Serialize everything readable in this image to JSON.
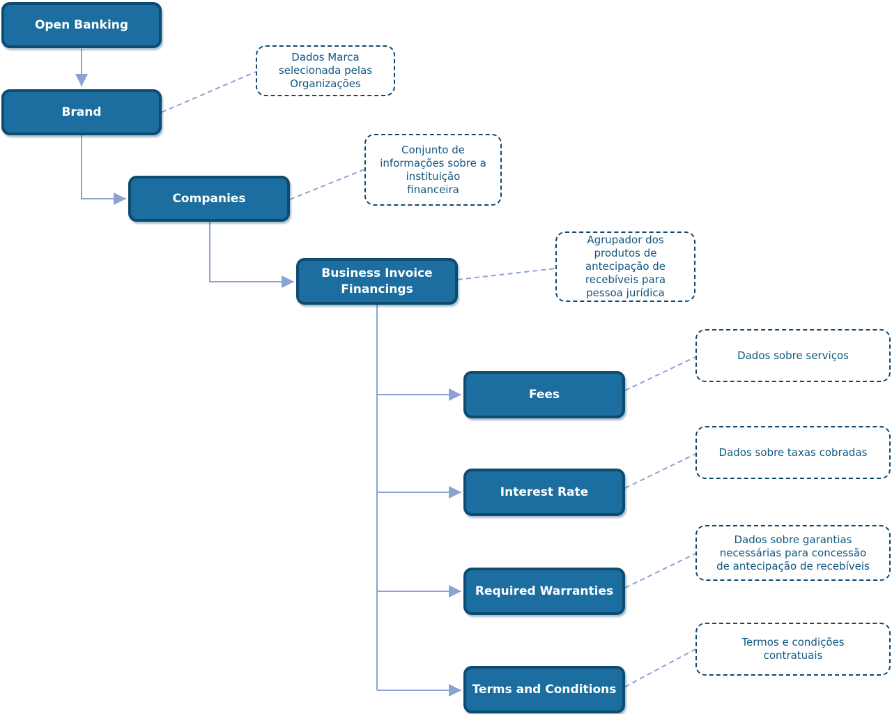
{
  "diagram": {
    "nodes": [
      {
        "id": "open-banking",
        "label": "Open Banking"
      },
      {
        "id": "brand",
        "label": "Brand"
      },
      {
        "id": "companies",
        "label": "Companies"
      },
      {
        "id": "business-invoice-financings",
        "label": "Business Invoice Financings"
      },
      {
        "id": "fees",
        "label": "Fees"
      },
      {
        "id": "interest-rate",
        "label": "Interest Rate"
      },
      {
        "id": "required-warranties",
        "label": "Required Warranties"
      },
      {
        "id": "terms-and-conditions",
        "label": "Terms and Conditions"
      }
    ],
    "edges": [
      [
        "Open Banking",
        "Brand"
      ],
      [
        "Brand",
        "Companies"
      ],
      [
        "Companies",
        "Business Invoice Financings"
      ],
      [
        "Business Invoice Financings",
        "Fees"
      ],
      [
        "Business Invoice Financings",
        "Interest Rate"
      ],
      [
        "Business Invoice Financings",
        "Required Warranties"
      ],
      [
        "Business Invoice Financings",
        "Terms and Conditions"
      ]
    ],
    "annotations": [
      {
        "for": "Brand",
        "text": "Dados Marca\nselecionada pelas\nOrganizações"
      },
      {
        "for": "Companies",
        "text": "Conjunto de\ninformações sobre a\ninstituição\nfinanceira"
      },
      {
        "for": "Business Invoice Financings",
        "text": "Agrupador dos\nprodutos de\nantecipação de\nrecebíveis para\npessoa jurídica"
      },
      {
        "for": "Fees",
        "text": "Dados sobre serviços"
      },
      {
        "for": "Interest Rate",
        "text": "Dados sobre taxas cobradas"
      },
      {
        "for": "Required Warranties",
        "text": "Dados sobre garantias\nnecessárias para concessão\nde antecipação de recebíveis"
      },
      {
        "for": "Terms and Conditions",
        "text": "Termos e condições\ncontratuais"
      }
    ],
    "colors": {
      "node_fill": "#1B6E9F",
      "node_border": "#0D4B70",
      "node_text": "#FFFFFF",
      "annotation_border": "#0E486F",
      "annotation_text": "#11567F",
      "connector": "#8AA3D3",
      "background": "#FFFFFF"
    }
  }
}
